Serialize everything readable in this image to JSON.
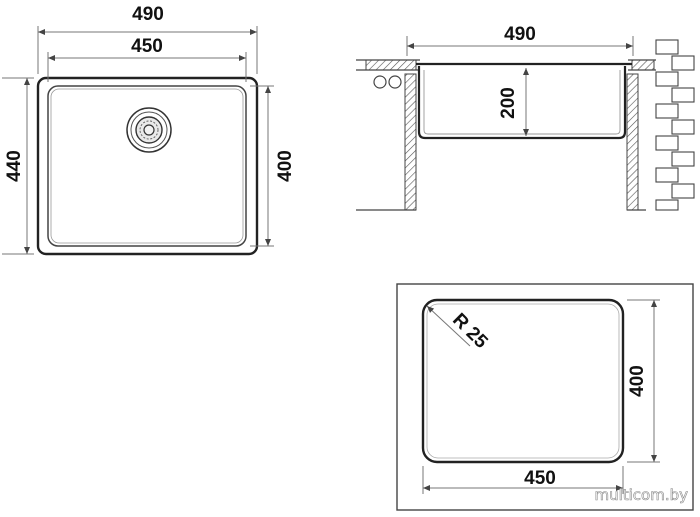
{
  "top_view": {
    "outer_width": "490",
    "inner_width": "450",
    "outer_height": "440",
    "inner_height": "400"
  },
  "section_view": {
    "width": "490",
    "depth": "200"
  },
  "bowl_view": {
    "radius": "R 25",
    "height": "400",
    "width": "450"
  },
  "watermark": "multicom.by",
  "colors": {
    "line": "#222222",
    "dim_line": "#777777",
    "hatch": "#555555"
  }
}
